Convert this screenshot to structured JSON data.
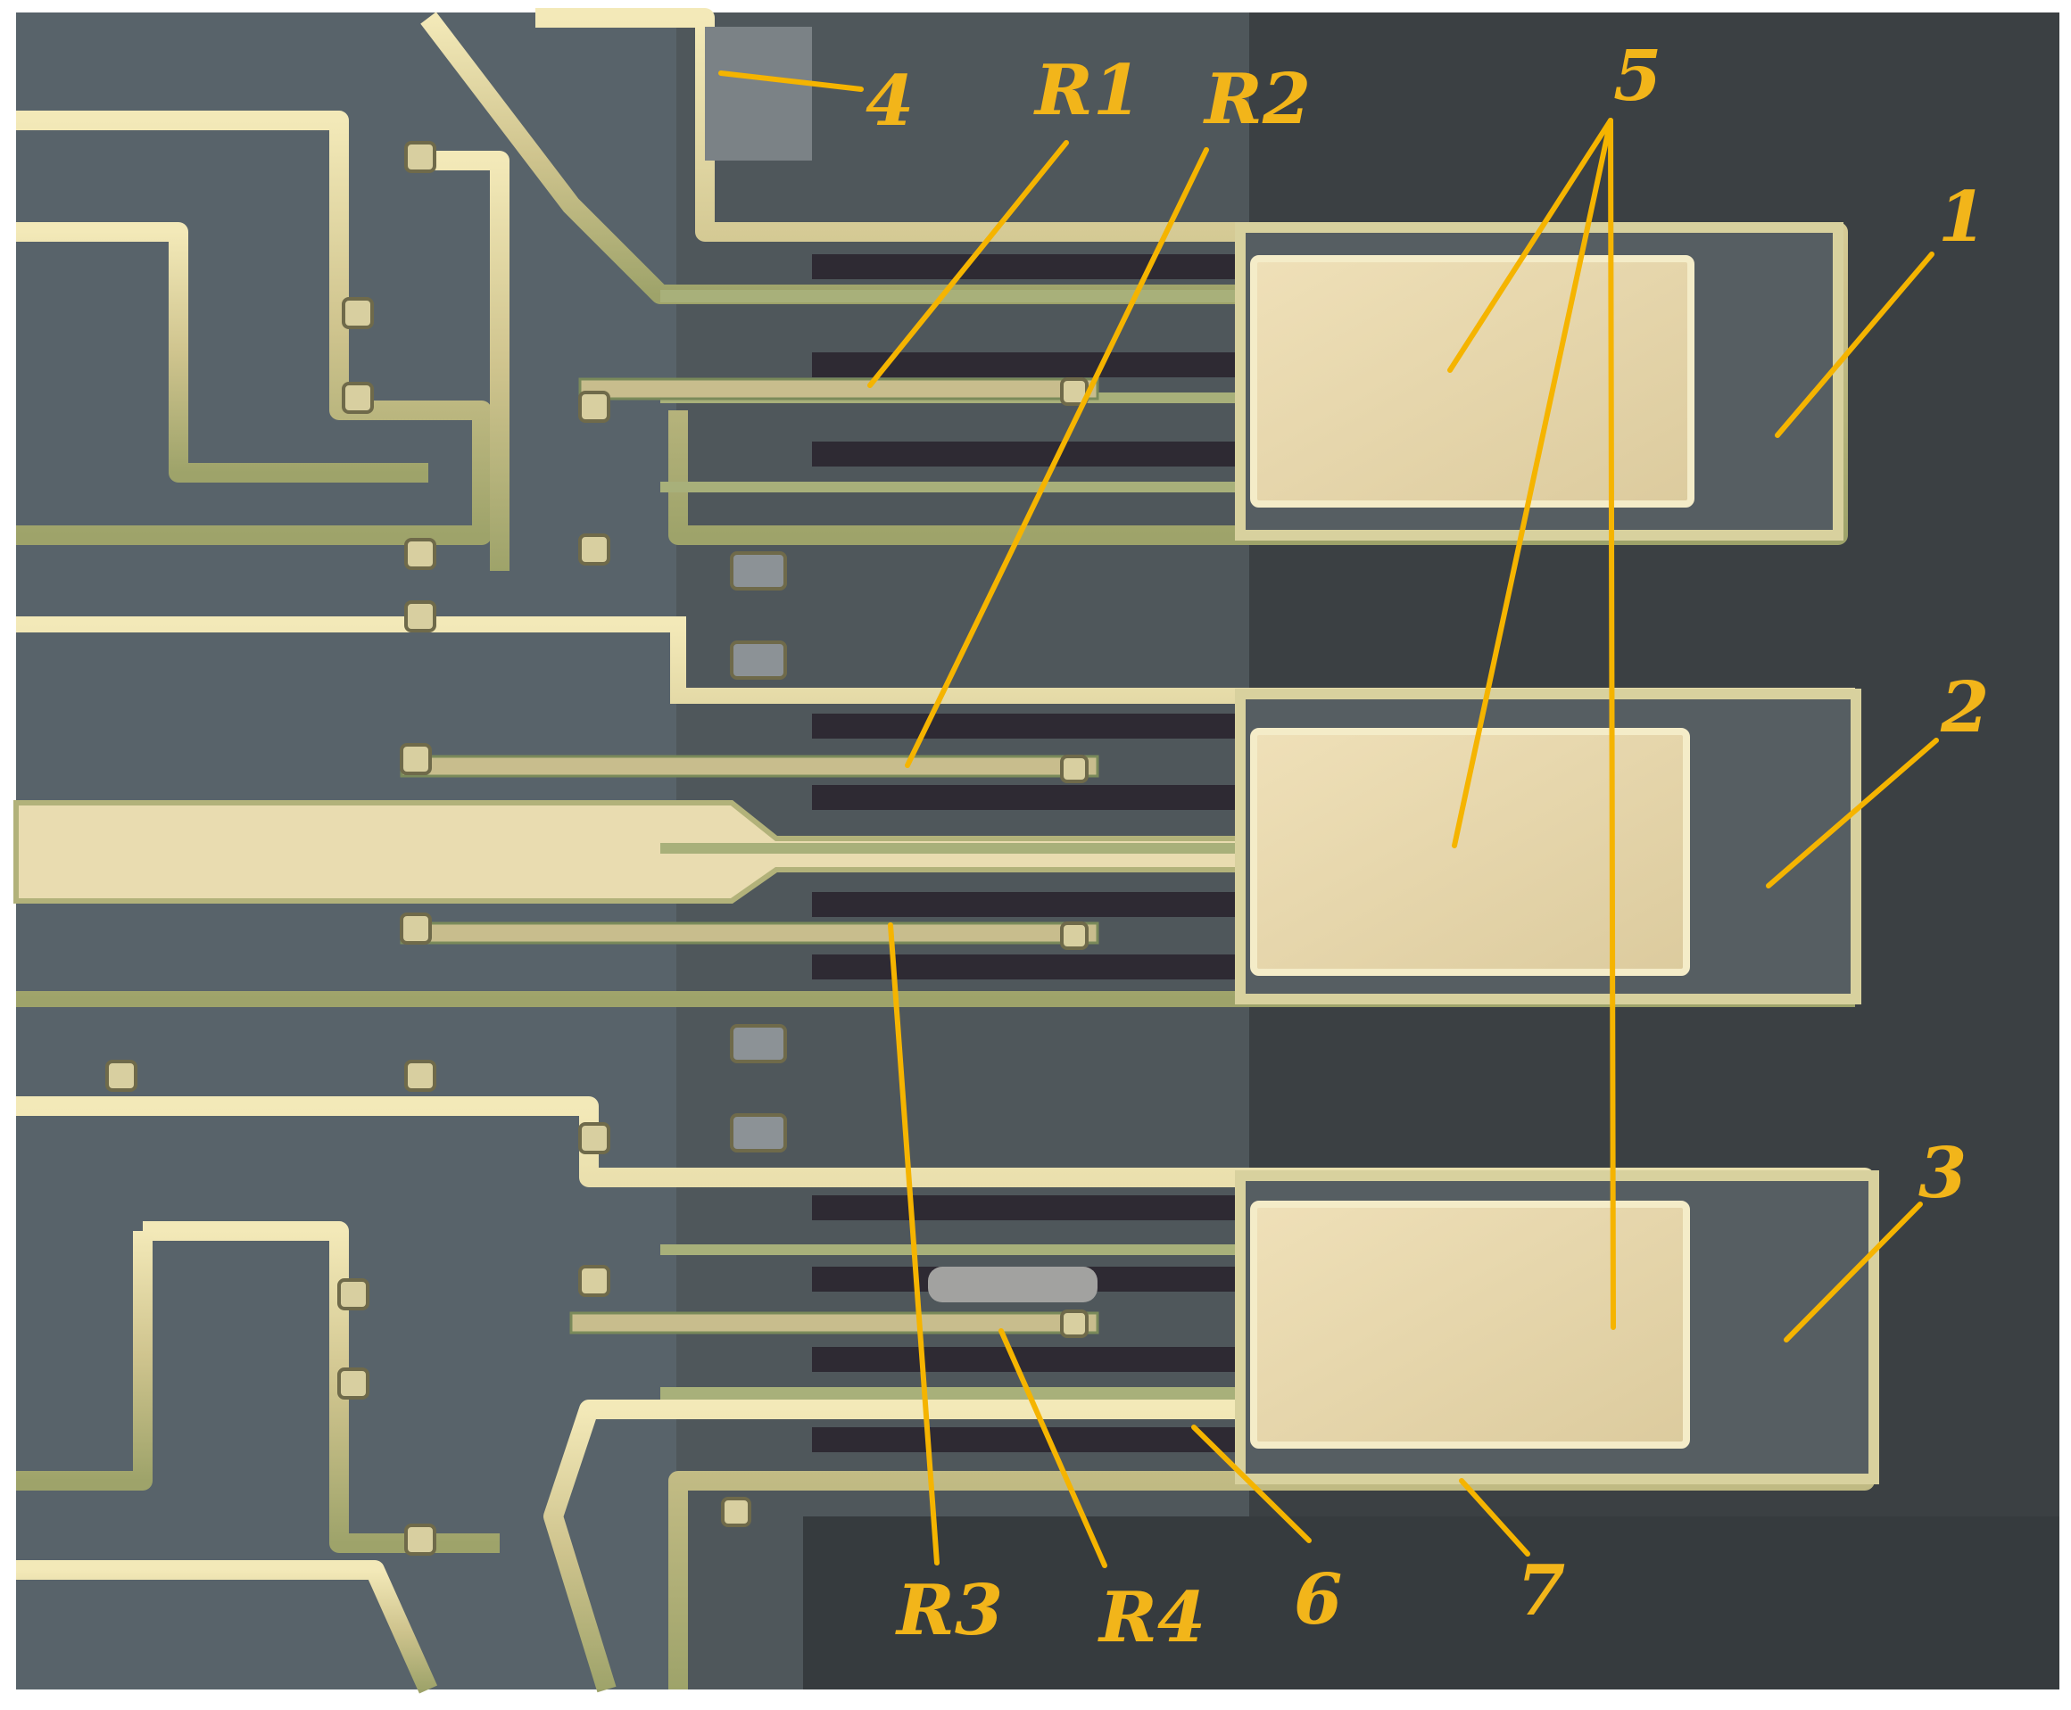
{
  "colors": {
    "substrate": "#4d5559",
    "substrate_dark": "#34393c",
    "metal": "#c9c08c",
    "metal_bright": "#ecdcae",
    "pad": "#e4d4ac",
    "resistor": "#bfb48a",
    "leader": "#f5b400",
    "label": "#f2b51a"
  },
  "labels": {
    "n1": "1",
    "n2": "2",
    "n3": "3",
    "n4": "4",
    "n5": "5",
    "n6": "6",
    "n7": "7",
    "r1": "R1",
    "r2": "R2",
    "r3": "R3",
    "r4": "R4"
  }
}
